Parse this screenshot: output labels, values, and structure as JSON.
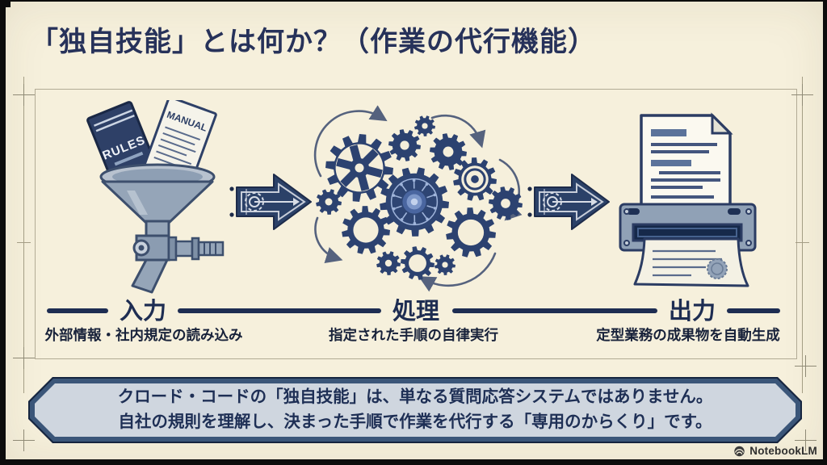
{
  "title": "「独自技能」とは何か？（作業の代行機能）",
  "diagram": {
    "sections": [
      {
        "label": "入力",
        "caption": "外部情報・社内規定の読み込み",
        "icon": "funnel-books-icon"
      },
      {
        "label": "処理",
        "caption": "指定された手順の自律実行",
        "icon": "process-gears-icon"
      },
      {
        "label": "出力",
        "caption": "定型業務の成果物を自動生成",
        "icon": "printer-output-icon"
      }
    ],
    "arrow_icon": "blueprint-arrow-icon",
    "funnel_items": {
      "book_label": "RULES",
      "document_label": "MANUAL"
    }
  },
  "banner": {
    "line1": "クロード・コードの「独自技能」は、単なる質問応答システムではありません。",
    "line2": "自社の規則を理解し、決まった手順で作業を代行する「専用のからくり」です。"
  },
  "watermark": {
    "logo_icon": "notebooklm-logo-icon",
    "label": "NotebookLM"
  },
  "colors": {
    "background": "#f6f0dc",
    "navy": "#27325a",
    "line_navy": "#1e2d52",
    "icon_navy": "#2c4270",
    "banner_fill": "#cfd6df",
    "banner_border": "#3b5679",
    "frame_gray": "#b2ab95",
    "black_edge": "#0c0c0c"
  }
}
